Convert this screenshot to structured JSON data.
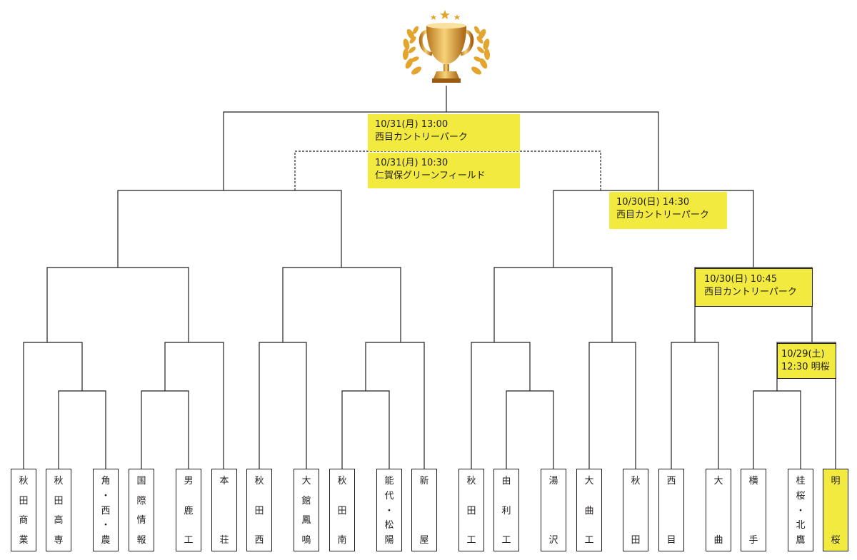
{
  "trophy": {
    "icon": "trophy-icon"
  },
  "colors": {
    "highlight": "#f2ea3e",
    "line": "#231f20"
  },
  "schedule": {
    "final": {
      "date": "10/31(月) 13:00",
      "venue": "西目カントリーパーク"
    },
    "third_place": {
      "date": "10/31(月) 10:30",
      "venue": "仁賀保グリーンフィールド"
    },
    "semifinal": {
      "date": "10/30(日) 14:30",
      "venue": "西目カントリーパーク"
    },
    "quarterfinal": {
      "date": "10/30(日) 10:45",
      "venue": "西目カントリーパーク"
    },
    "first_round": {
      "date": "10/29(土)",
      "venue": "12:30 明桜"
    }
  },
  "teams": [
    {
      "chars": [
        "秋",
        "田",
        "商",
        "業"
      ]
    },
    {
      "chars": [
        "秋",
        "田",
        "高",
        "専"
      ]
    },
    {
      "chars": [
        "角",
        "・",
        "西",
        "・",
        "農"
      ]
    },
    {
      "chars": [
        "国",
        "際",
        "情",
        "報"
      ]
    },
    {
      "chars": [
        "男",
        "鹿",
        "工"
      ]
    },
    {
      "chars": [
        "本",
        "荘"
      ]
    },
    {
      "chars": [
        "秋",
        "田",
        "西"
      ]
    },
    {
      "chars": [
        "大",
        "館",
        "鳳",
        "鳴"
      ]
    },
    {
      "chars": [
        "秋",
        "田",
        "南"
      ]
    },
    {
      "chars": [
        "能",
        "代",
        "・",
        "松",
        "陽"
      ]
    },
    {
      "chars": [
        "新",
        "屋"
      ]
    },
    {
      "chars": [
        "秋",
        "田",
        "工"
      ]
    },
    {
      "chars": [
        "由",
        "利",
        "工"
      ]
    },
    {
      "chars": [
        "湯",
        "沢"
      ]
    },
    {
      "chars": [
        "大",
        "曲",
        "工"
      ]
    },
    {
      "chars": [
        "秋",
        "田"
      ]
    },
    {
      "chars": [
        "西",
        "目"
      ]
    },
    {
      "chars": [
        "大",
        "曲"
      ]
    },
    {
      "chars": [
        "横",
        "手"
      ]
    },
    {
      "chars": [
        "桂",
        "桜",
        "・",
        "北",
        "鷹"
      ]
    },
    {
      "chars": [
        "明",
        "桜"
      ],
      "highlight": true
    }
  ]
}
